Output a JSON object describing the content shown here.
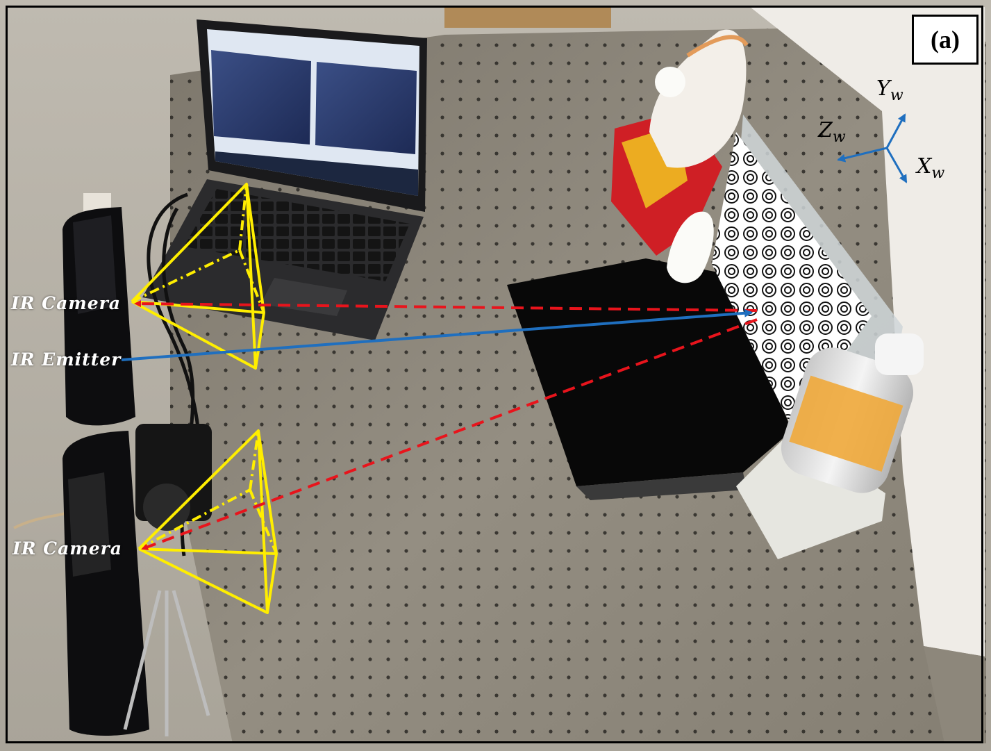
{
  "panel_label": "(a)",
  "annotations": {
    "ir_camera_top": "IR Camera",
    "ir_emitter": "IR Emitter",
    "ir_camera_bottom": "IR Camera"
  },
  "axes": {
    "y": {
      "base": "Y",
      "sub": "w"
    },
    "z": {
      "base": "Z",
      "sub": "w"
    },
    "x": {
      "base": "X",
      "sub": "w"
    }
  },
  "colors": {
    "frustum": "#ffee00",
    "ray_dashed": "#e8141c",
    "ray_solid": "#1f6fbf",
    "axes": "#1f6fbf",
    "table": "#8a8478",
    "floor": "#bdb8ae",
    "wall": "#f2f0ec"
  }
}
